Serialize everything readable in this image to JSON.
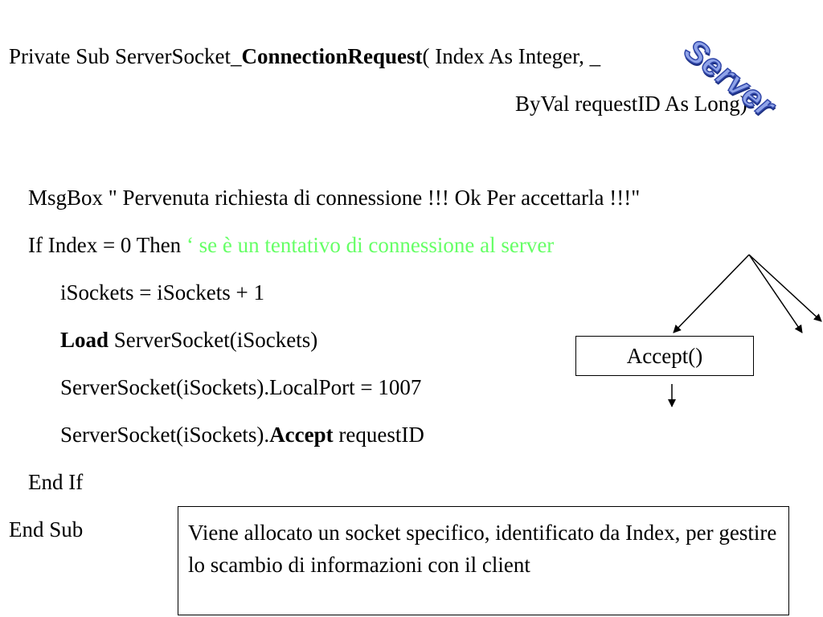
{
  "code": {
    "sub_decl_prefix": "Private Sub ServerSocket_",
    "sub_decl_name": "ConnectionRequest",
    "sub_decl_suffix": "(  Index As Integer, _",
    "sub_decl_cont": "ByVal requestID As Long)",
    "msgbox": "MsgBox \" Pervenuta richiesta di connessione !!! Ok Per accettarla !!!\"",
    "if_line": "If Index = 0 Then   ",
    "if_comment": "‘ se è un tentativo di connessione al server",
    "inc_line": "iSockets = iSockets + 1",
    "load_keyword": "Load",
    "load_rest": " ServerSocket(iSockets)",
    "port_line": "ServerSocket(iSockets).LocalPort = 1007",
    "accept_prefix": "ServerSocket(iSockets).",
    "accept_keyword": "Accept",
    "accept_rest": " requestID",
    "end_if": "End If",
    "end_sub": "End Sub"
  },
  "diagram": {
    "accept_label": "Accept()"
  },
  "note": {
    "text": "Viene allocato un socket specifico, identificato da Index, per gestire lo scambio di informazioni con il client"
  },
  "logo": {
    "text": "Server"
  },
  "colors": {
    "comment": "#66ff66",
    "logo_fill": "#8fa3e8",
    "logo_outline": "#3046a8"
  }
}
